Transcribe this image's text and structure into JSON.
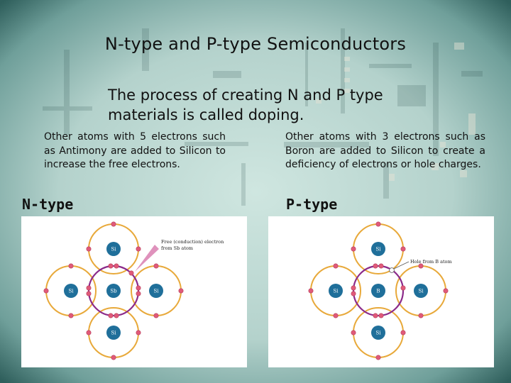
{
  "title": "N-type and P-type Semiconductors",
  "subtitle": "The process of creating N and P type materials is called doping.",
  "left": {
    "description": "Other atoms with 5 electrons such as Antimony are added to Silicon to increase the free electrons.",
    "label": "N-type",
    "diagram": {
      "center_atom": "Sb",
      "neighbor_atoms": [
        "Si",
        "Si",
        "Si",
        "Si"
      ],
      "annotation_line1": "Free (conduction) electron",
      "annotation_line2": "from Sb atom"
    }
  },
  "right": {
    "description": "Other atoms with 3 electrons such as Boron are added to Silicon to create a deficiency of electrons or hole charges.",
    "label": "P-type",
    "diagram": {
      "center_atom": "B",
      "neighbor_atoms": [
        "Si",
        "Si",
        "Si",
        "Si"
      ],
      "annotation": "Hole from B atom"
    }
  },
  "colors": {
    "background": "#5d8f8c",
    "orbit": "#e8a93a",
    "center_orbit": "#8b2a8a",
    "nucleus": "#1f6f9a",
    "electron": "#e05a7a",
    "arrow": "#d97fb0"
  }
}
